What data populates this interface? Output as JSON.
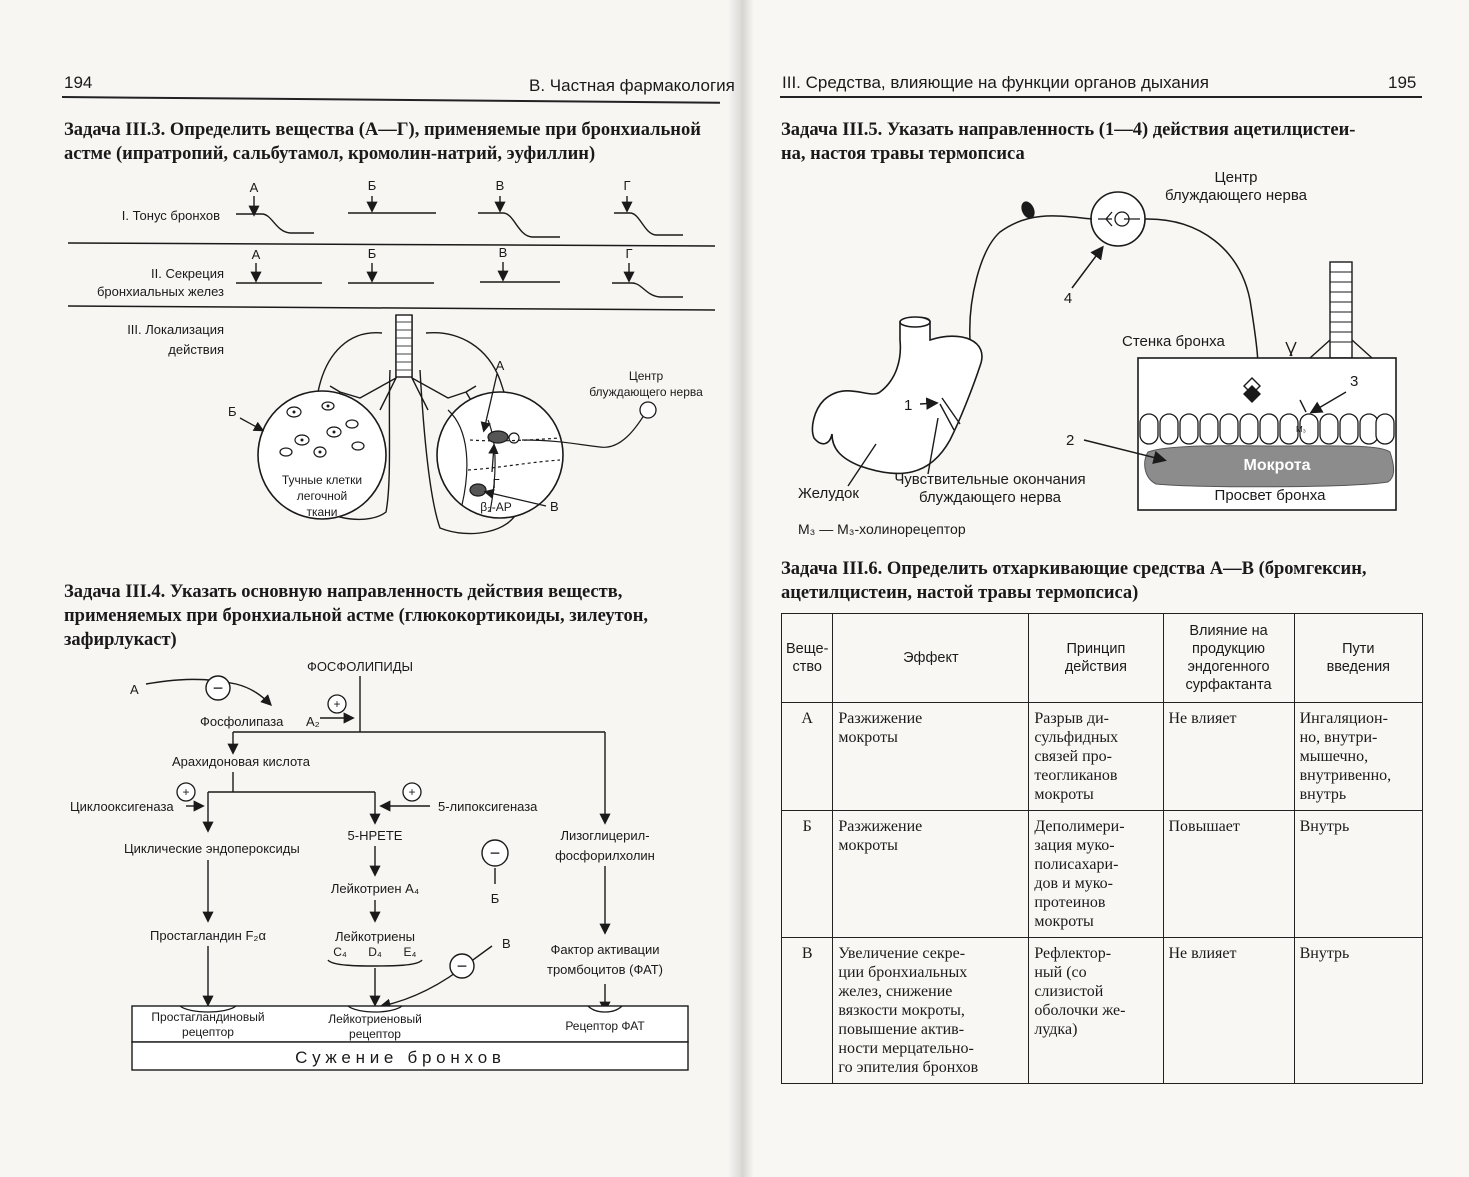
{
  "left_page": {
    "page_number": "194",
    "running_header": "В. Частная фармакология",
    "task_3": {
      "title": "Задача III.3. Определить вещества (А—Г), применяемые при бронхиальной астме (ипратропий, сальбутамол, кромолин-натрий, эуфиллин)",
      "row_1_label": "I. Тонус бронхов",
      "row_2_label_l1": "II. Секреция",
      "row_2_label_l2": "бронхиальных желез",
      "row_3_label_l1": "III. Локализация",
      "row_3_label_l2": "действия",
      "letters": [
        "А",
        "Б",
        "В",
        "Г"
      ],
      "label_b": "Б",
      "label_a": "А",
      "label_g": "Г",
      "label_v": "В",
      "mast_l1": "Тучные клетки",
      "mast_l2": "легочной",
      "mast_l3": "ткани",
      "vagus_l1": "Центр",
      "vagus_l2": "блуждающего нерва",
      "b2_ar": "β₂-АР"
    },
    "task_4": {
      "title": "Задача III.4. Указать основную направленность действия веществ, применяемых при бронхиальной астме (глюкокортикоиды, зилеутон, зафирлукаст)",
      "phospholipids": "ФОСФОЛИПИДЫ",
      "phospholipase": "Фосфолипаза",
      "a2": "A₂",
      "label_a": "А",
      "arachidonic": "Арахидоновая кислота",
      "cyclooxygenase": "Циклооксигеназа",
      "lipoxygenase": "5-липоксигеназа",
      "endoperoxides": "Циклические эндопероксиды",
      "hpete": "5-HPETE",
      "lyso_l1": "Лизоглицерил-",
      "lyso_l2": "фосфорилхолин",
      "leukotriene_a4": "Лейкотриен A₄",
      "prostaglandin": "Простагландин F₂α",
      "leukotrienes": "Лейкотриены",
      "leuk_sub": [
        "C₄",
        "D₄",
        "E₄"
      ],
      "label_b": "Б",
      "label_v": "В",
      "paf_l1": "Фактор активации",
      "paf_l2": "тромбоцитов (ФАТ)",
      "pg_receptor_l1": "Простагландиновый",
      "pg_receptor_l2": "рецептор",
      "lt_receptor_l1": "Лейкотриеновый",
      "lt_receptor_l2": "рецептор",
      "paf_receptor": "Рецептор ФАТ",
      "bronchoconstriction": "С у ж е н и е   б р о н х о в",
      "plus": "+",
      "minus": "−"
    }
  },
  "right_page": {
    "page_number": "195",
    "running_header": "III. Средства, влияющие на функции органов дыхания",
    "task_5": {
      "title_l1": "Задача III.5. Указать направленность (1—4) действия ацетилцистеи-",
      "title_l2": "на, настоя травы термопсиса",
      "vagus_l1": "Центр",
      "vagus_l2": "блуждающего нерва",
      "bronchus_wall": "Стенка бронха",
      "sputum": "Мокрота",
      "bronchus_lumen": "Просвет бронха",
      "stomach": "Желудок",
      "sensory_l1": "Чувствительные окончания",
      "sensory_l2": "блуждающего нерва",
      "m3_legend": "M₃ — M₃-холинорецептор",
      "m3_mark": "M₃",
      "num_1": "1",
      "num_2": "2",
      "num_3": "3",
      "num_4": "4"
    },
    "task_6": {
      "title_l1": "Задача III.6. Определить отхаркивающие средства А—В (бромгексин,",
      "title_l2": "ацетилцистеин, настой травы термопсиса)",
      "headers": [
        "Веще-\nство",
        "Эффект",
        "Принцип\nдействия",
        "Влияние на\nпродукцию\nэндогенного\nсурфактанта",
        "Пути\nвведения"
      ],
      "rows": [
        [
          "А",
          "Разжижение\nмокроты",
          "Разрыв ди-\nсульфидных\nсвязей про-\nтеогликанов\nмокроты",
          "Не влияет",
          "Ингаляцион-\nно, внутри-\nмышечно,\nвнутривенно,\nвнутрь"
        ],
        [
          "Б",
          "Разжижение\nмокроты",
          "Деполимери-\nзация муко-\nполисахари-\nдов и муко-\nпротеинов\nмокроты",
          "Повышает",
          "Внутрь"
        ],
        [
          "В",
          "Увеличение секре-\nции бронхиальных\nжелез, снижение\nвязкости мокроты,\nповышение актив-\nности мерцательно-\nго эпителия бронхов",
          "Рефлектор-\nный (со\nслизистой\nоболочки же-\nлудка)",
          "Не влияет",
          "Внутрь"
        ]
      ]
    }
  }
}
